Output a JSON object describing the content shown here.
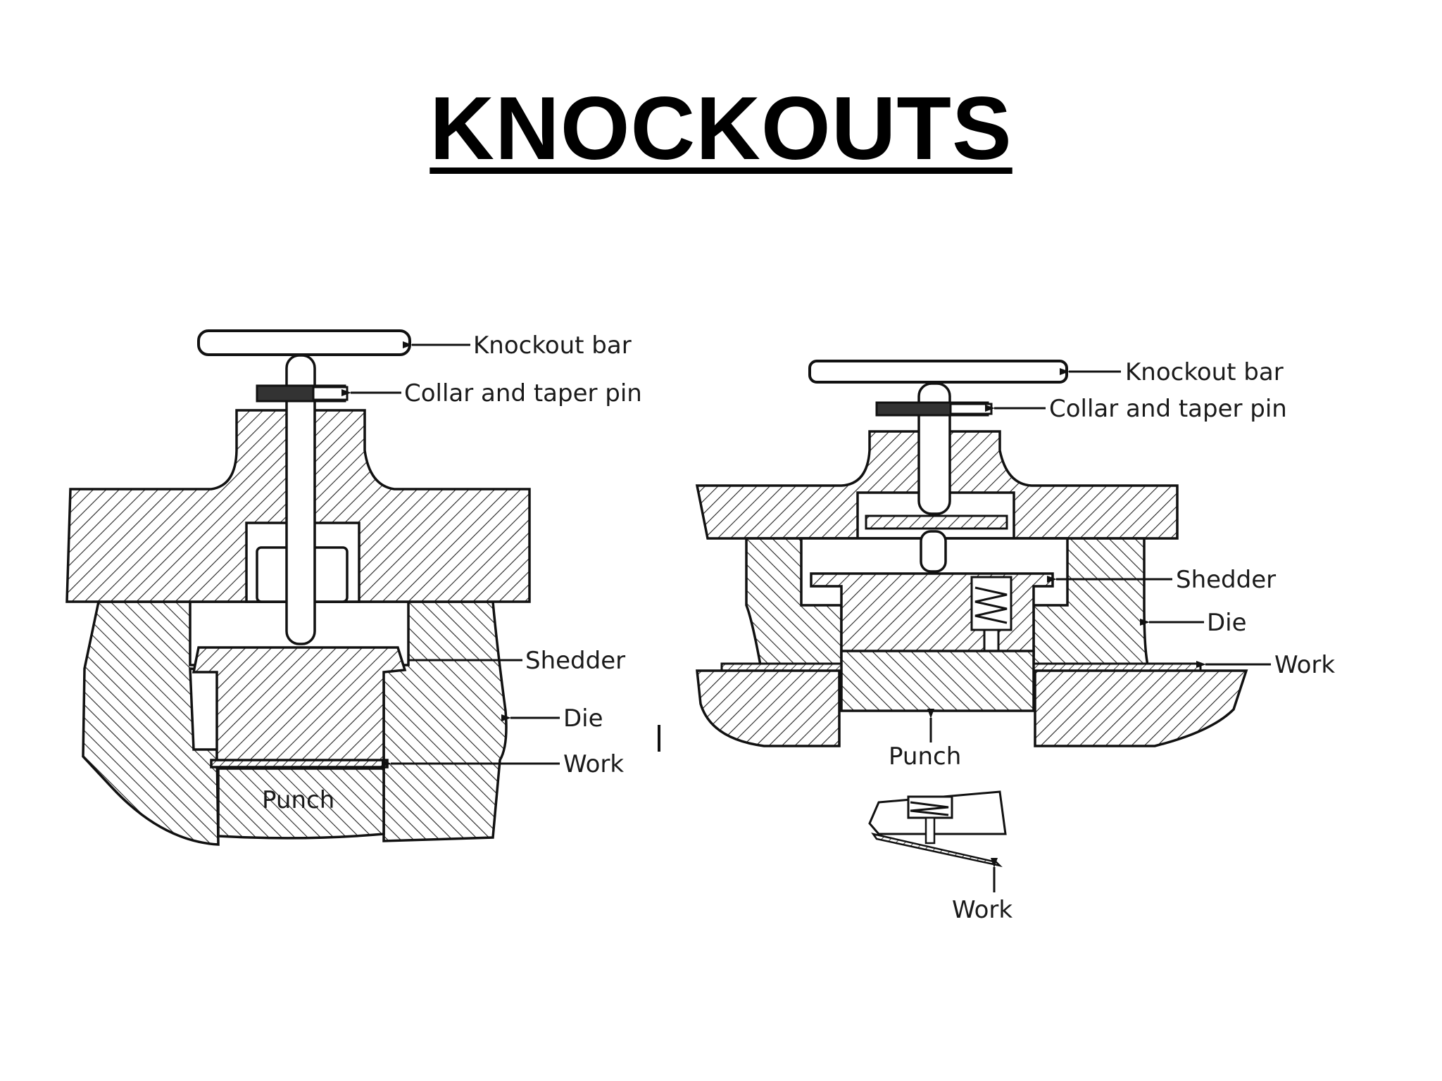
{
  "title": "KNOCKOUTS",
  "left_figure": {
    "labels": {
      "knockout_bar": "Knockout bar",
      "collar_pin": "Collar and taper pin",
      "shedder": "Shedder",
      "die": "Die",
      "work": "Work",
      "punch": "Punch"
    }
  },
  "right_figure": {
    "labels": {
      "knockout_bar": "Knockout bar",
      "collar_pin": "Collar and taper pin",
      "shedder": "Shedder",
      "die": "Die",
      "work": "Work",
      "punch": "Punch",
      "work_detail": "Work"
    }
  }
}
